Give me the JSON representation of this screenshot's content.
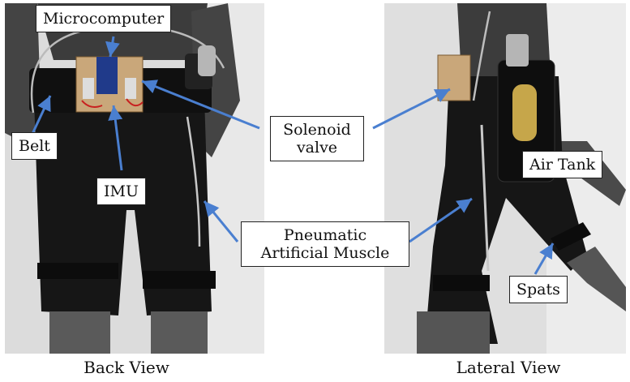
{
  "labels": {
    "microcomputer": "Microcomputer",
    "belt": "Belt",
    "imu": "IMU",
    "solenoid_line1": "Solenoid",
    "solenoid_line2": "valve",
    "pneumatic_line1": "Pneumatic",
    "pneumatic_line2": "Artificial Muscle",
    "air_tank": "Air Tank",
    "spats": "Spats"
  },
  "captions": {
    "back_view": "Back View",
    "lateral_view": "Lateral View"
  },
  "colors": {
    "arrow": "#4a7fd0",
    "garment": "#161616",
    "wall": "#e2e2e2",
    "mannequin": "#4c4c4c"
  }
}
